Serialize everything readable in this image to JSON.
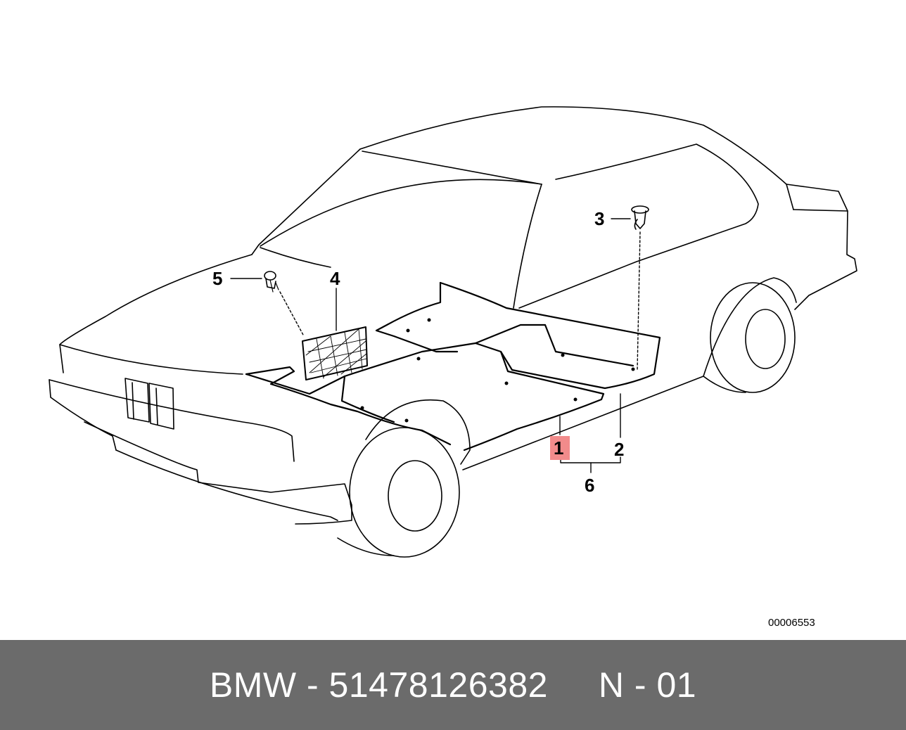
{
  "diagram": {
    "callouts": {
      "c1": "1",
      "c2": "2",
      "c3": "3",
      "c4": "4",
      "c5": "5",
      "c6": "6"
    },
    "reference_number": "00006553",
    "highlighted_callout": "1",
    "highlight_color": "#f28b8b"
  },
  "footer": {
    "brand": "BMW",
    "separator": " - ",
    "part_number": "51478126382",
    "gap": "     ",
    "variant": "N - 01",
    "background_color": "#6b6b6b",
    "text_color": "#ffffff"
  }
}
